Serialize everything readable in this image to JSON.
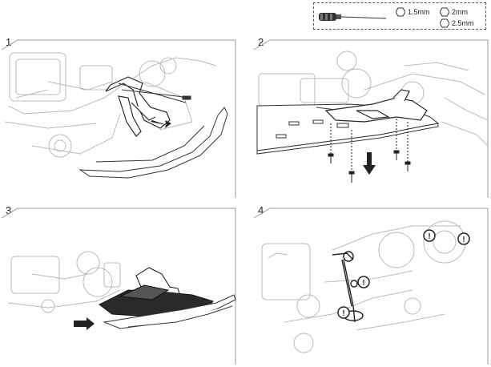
{
  "tools": {
    "sizes": [
      "1.5mm",
      "2mm",
      "2.5mm"
    ]
  },
  "steps": [
    {
      "number": "1"
    },
    {
      "number": "2"
    },
    {
      "number": "3"
    },
    {
      "number": "4"
    }
  ],
  "colors": {
    "line": "#333333",
    "ghost": "#bbbbbb",
    "frame": "#9a9a9a",
    "dark": "#2a2a2a"
  }
}
